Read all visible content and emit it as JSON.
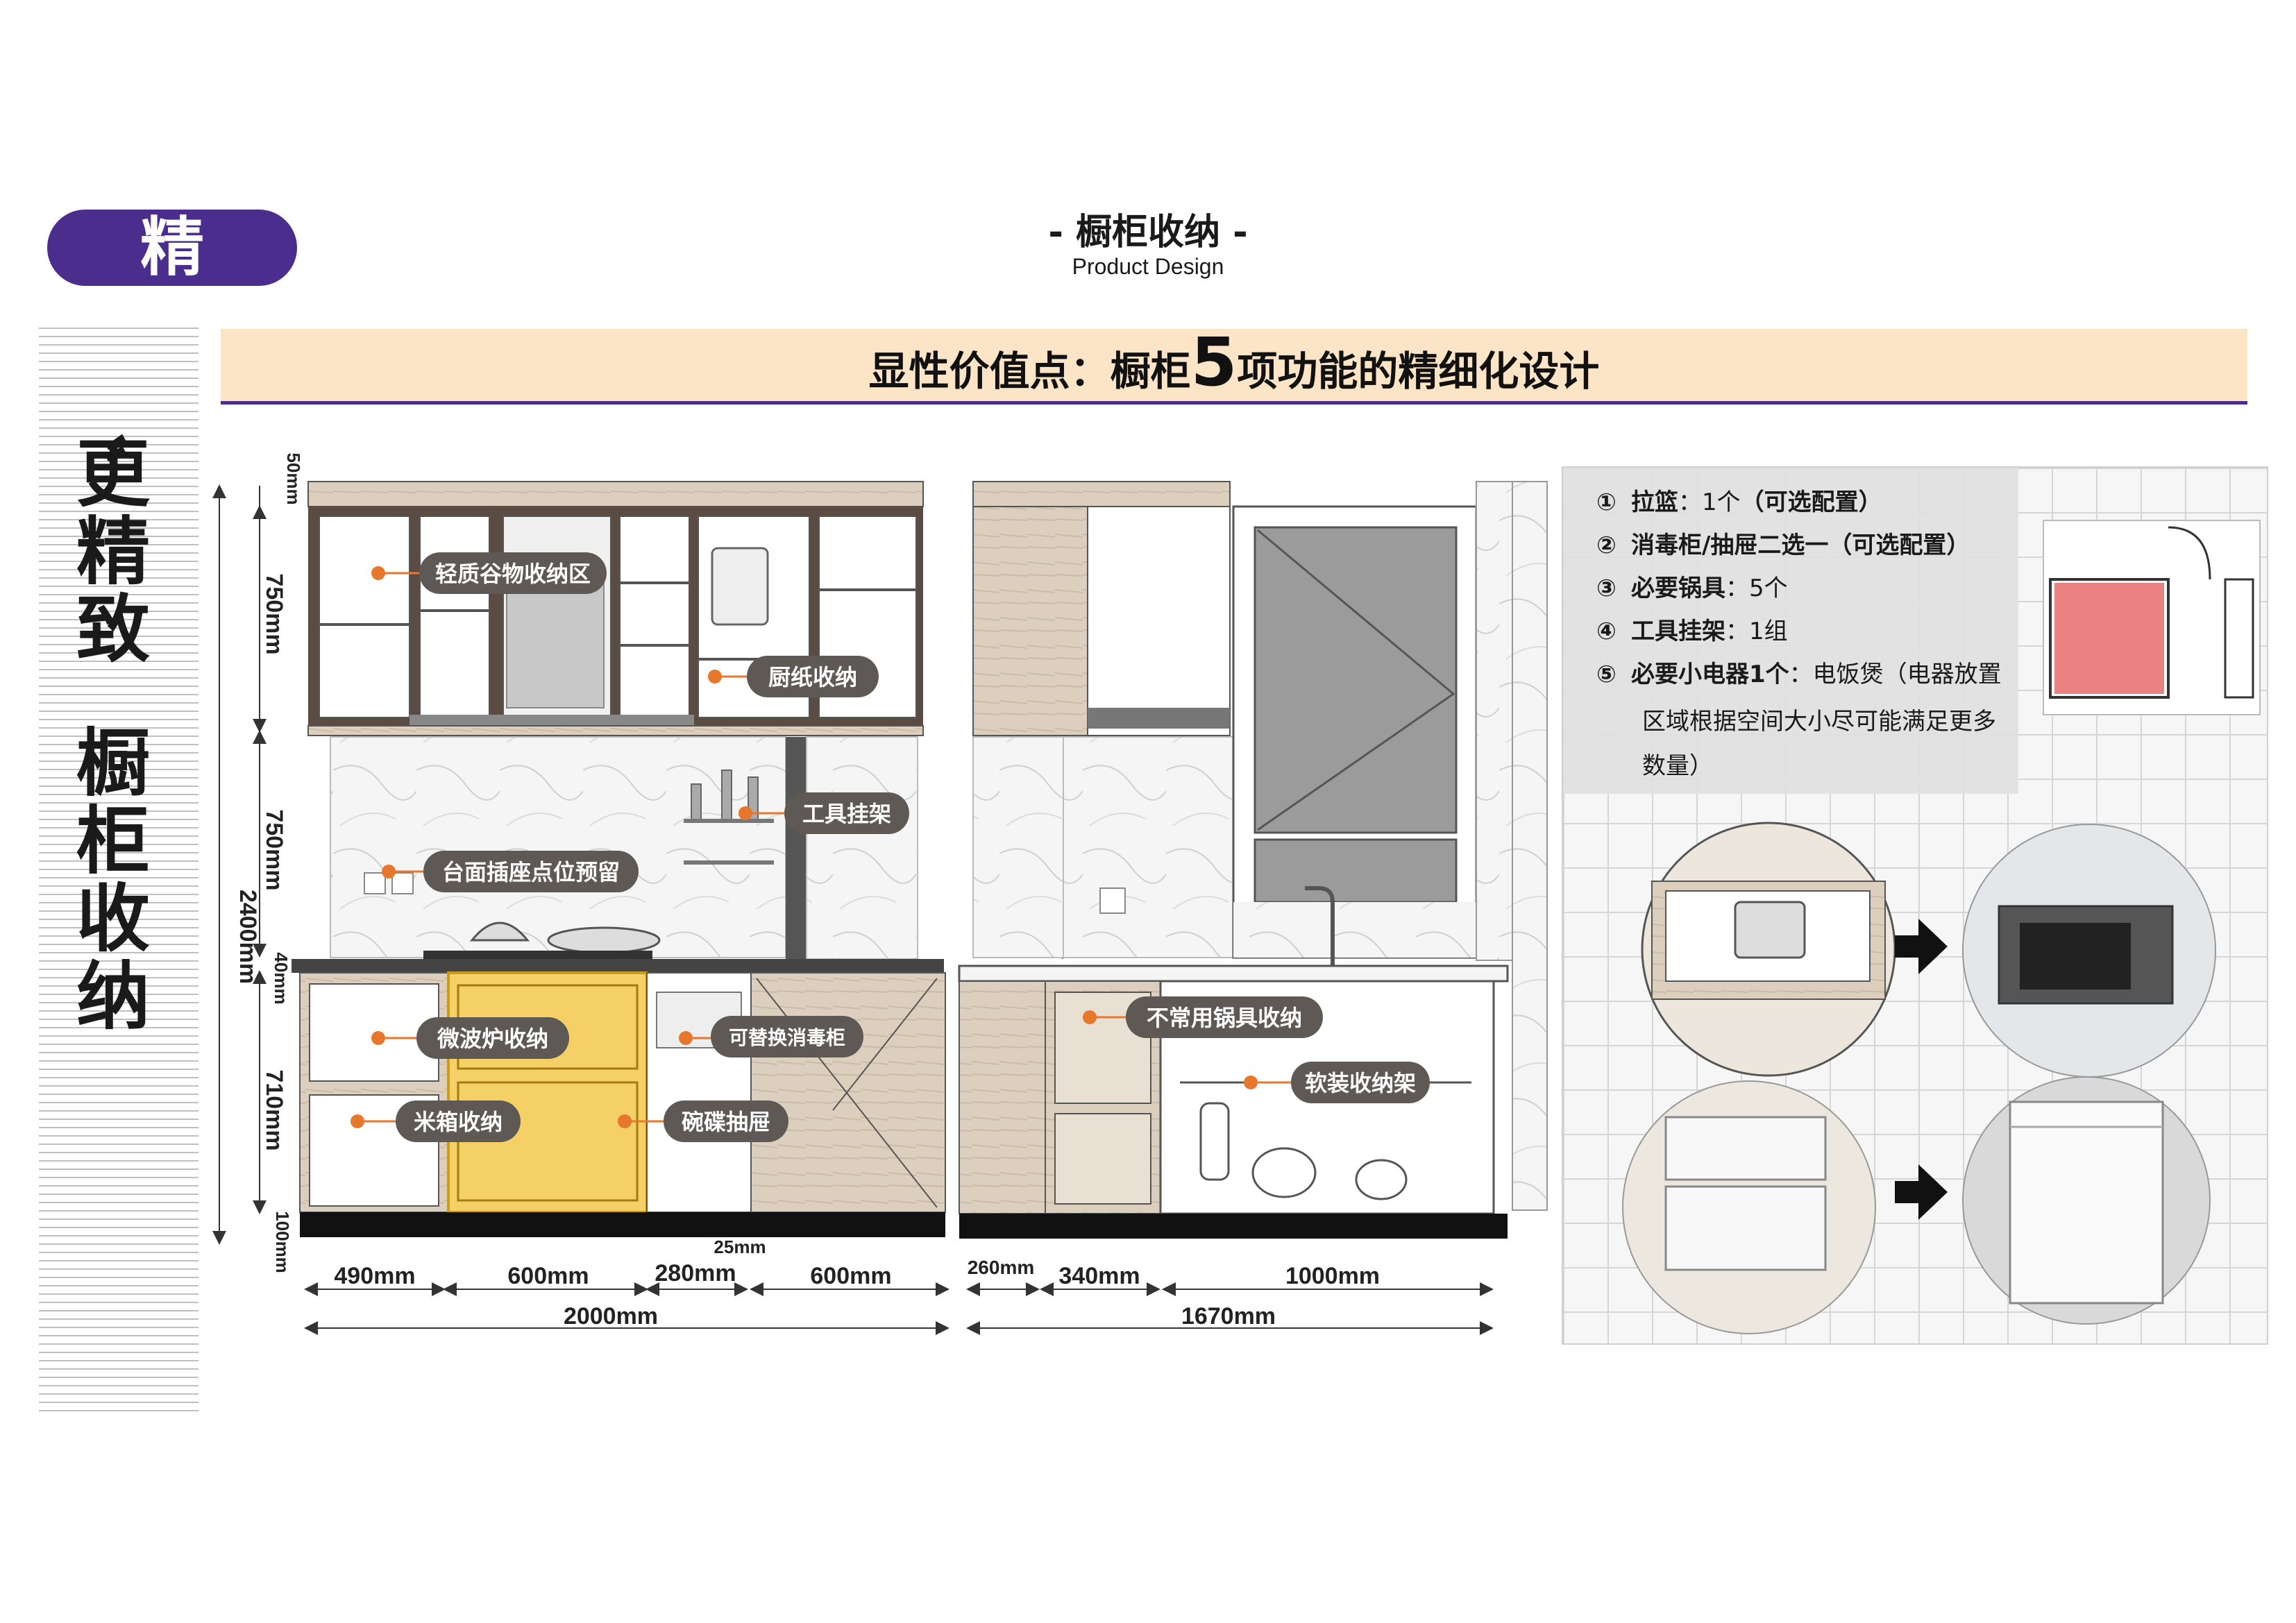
{
  "header": {
    "badge": "精",
    "title": "- 橱柜收纳 -",
    "subtitle": "Product Design"
  },
  "side": {
    "quote_mark": "〞",
    "line1": "更精致",
    "line2": "橱柜收纳"
  },
  "banner": {
    "prefix": "显性价值点：橱柜",
    "number": "5",
    "suffix": "项功能的精细化设计"
  },
  "callouts": {
    "grain": "轻质谷物收纳区",
    "paper": "厨纸收纳",
    "tool": "工具挂架",
    "socket": "台面插座点位预留",
    "microwave": "微波炉收纳",
    "steril": "可替换消毒柜",
    "rice": "米箱收纳",
    "dish": "碗碟抽屉",
    "pots": "不常用锅具收纳",
    "soft": "软装收纳架"
  },
  "dims": {
    "v_total": "2400mm",
    "v_50": "50mm",
    "v_750a": "750mm",
    "v_750b": "750mm",
    "v_40": "40mm",
    "v_710": "710mm",
    "v_100": "100mm",
    "h_490": "490mm",
    "h_600a": "600mm",
    "h_280": "280mm",
    "h_25": "25mm",
    "h_600b": "600mm",
    "h_2000": "2000mm",
    "h_260": "260mm",
    "h_340": "340mm",
    "h_1000": "1000mm",
    "h_1670": "1670mm"
  },
  "specs": [
    {
      "num": "①",
      "key": "拉篮",
      "value": "1个",
      "paren": "（可选配置）"
    },
    {
      "num": "②",
      "key": "消毒柜/抽屉二选一",
      "value": "",
      "paren": "（可选配置）"
    },
    {
      "num": "③",
      "key": "必要锅具",
      "value": "5个",
      "paren": ""
    },
    {
      "num": "④",
      "key": "工具挂架",
      "value": "1组",
      "paren": ""
    },
    {
      "num": "⑤",
      "key": "必要小电器1个",
      "value": "电饭煲（电器放置",
      "paren": ""
    }
  ],
  "spec_cont": [
    "区域根据空间大小尽可能满足更多",
    "数量）"
  ],
  "colors": {
    "accent": "#4b2d8e",
    "banner": "#fce4c6",
    "callout_bg": "#5e5955",
    "callout_dot": "#e8772e",
    "wood": "#d9cbb8",
    "highlight": "#f2c84b"
  }
}
